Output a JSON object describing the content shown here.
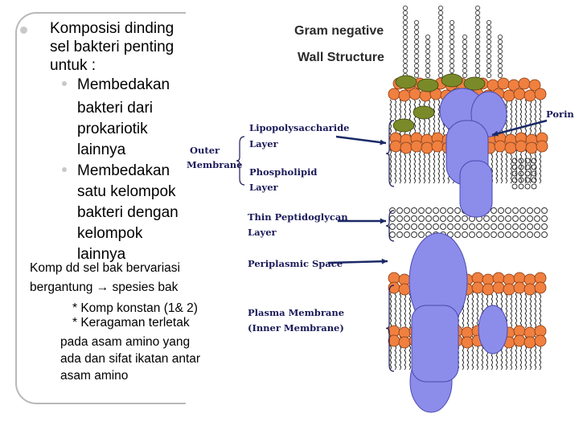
{
  "slide": {
    "heading_lines": [
      "Komposisi dinding",
      "sel bakteri penting",
      "untuk :"
    ],
    "bullet1_lines": [
      "Membedakan",
      "bakteri dari",
      "prokariotik",
      "lainnya"
    ],
    "bullet2_lines": [
      "Membedakan",
      "satu kelompok",
      "bakteri dengan",
      "kelompok",
      "lainnya"
    ],
    "footer_lines": [
      "Komp dd sel bak bervariasi",
      "bergantung → spesies bak",
      "* Komp konstan (1& 2)",
      "* Keragaman terletak",
      "pada asam amino yang",
      "ada dan sifat ikatan antar",
      "asam amino"
    ]
  },
  "diagram": {
    "title_line1": "Gram negative",
    "title_line2": "Wall Structure",
    "porin": "Porin",
    "outer_membrane": [
      "Outer",
      "Membrane"
    ],
    "lps": [
      "Lipopolysaccharide",
      "Layer"
    ],
    "phospholipid": [
      "Phospholipid",
      "Layer"
    ],
    "peptidoglycan": [
      "Thin Peptidoglycan",
      "Layer"
    ],
    "periplasmic": "Periplasmic Space",
    "plasma": [
      "Plasma Membrane",
      "(Inner Membrane)"
    ],
    "colors": {
      "head": "#f08040",
      "protein": "#8c8cea",
      "lps_chain": "#555555",
      "olive": "#7a8a28",
      "label": "#1a1a5a",
      "arrow": "#1a2a66"
    }
  }
}
